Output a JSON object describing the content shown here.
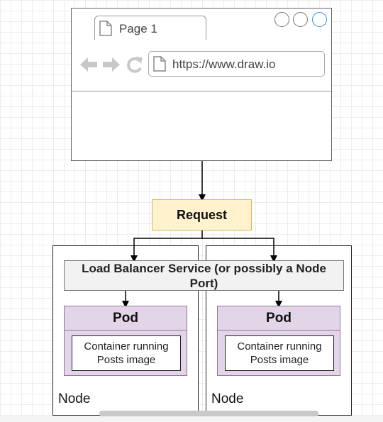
{
  "browser": {
    "tab_label": "Page 1",
    "url": "https://www.draw.io"
  },
  "request": {
    "label": "Request"
  },
  "load_balancer": {
    "label": "Load Balancer Service (or possibly a Node Port)"
  },
  "nodes": [
    {
      "label": "Node",
      "pod": {
        "title": "Pod",
        "container": "Container running Posts image"
      }
    },
    {
      "label": "Node",
      "pod": {
        "title": "Pod",
        "container": "Container running Posts image"
      }
    }
  ],
  "colors": {
    "request_fill": "#fff2cc",
    "request_stroke": "#d6b656",
    "pod_fill": "#e1d5e7",
    "pod_stroke": "#9673a6",
    "load_balancer_fill": "#f2f2f2"
  }
}
